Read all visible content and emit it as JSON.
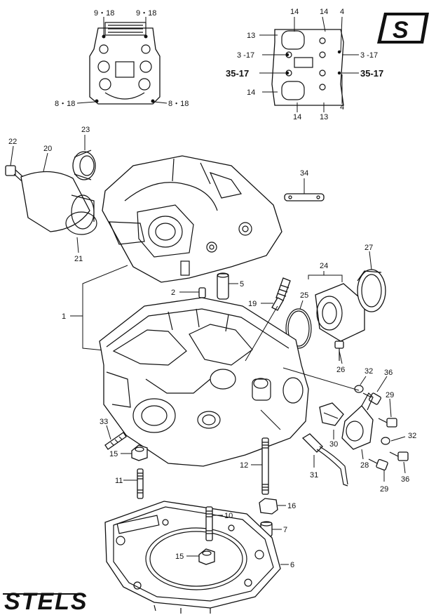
{
  "logo": {
    "letter": "S",
    "name": "s-logo"
  },
  "brand": {
    "name": "STELS"
  },
  "callouts": {
    "c9_18a": "9・18",
    "c9_18b": "9・18",
    "c8_18a": "8・18",
    "c8_18b": "8・18",
    "c14a": "14",
    "c14b": "14",
    "c14c": "14",
    "c14d": "14",
    "c4a": "4",
    "c4b": "4",
    "c13a": "13",
    "c13b": "13",
    "c3_17a": "3 -17",
    "c3_17b": "3 -17",
    "c35_17a": "35-17",
    "c35_17b": "35-17",
    "c23": "23",
    "c22": "22",
    "c20": "20",
    "c21": "21",
    "c34": "34",
    "c1": "1",
    "c2": "2",
    "c5": "5",
    "c19": "19",
    "c24": "24",
    "c25": "25",
    "c27": "27",
    "c26": "26",
    "c32a": "32",
    "c32b": "32",
    "c36a": "36",
    "c36b": "36",
    "c29a": "29",
    "c29b": "29",
    "c30": "30",
    "c28": "28",
    "c31": "31",
    "c33": "33",
    "c15a": "15",
    "c15b": "15",
    "c11": "11",
    "c12": "12",
    "c10": "10",
    "c16": "16",
    "c7": "7",
    "c6": "6"
  }
}
